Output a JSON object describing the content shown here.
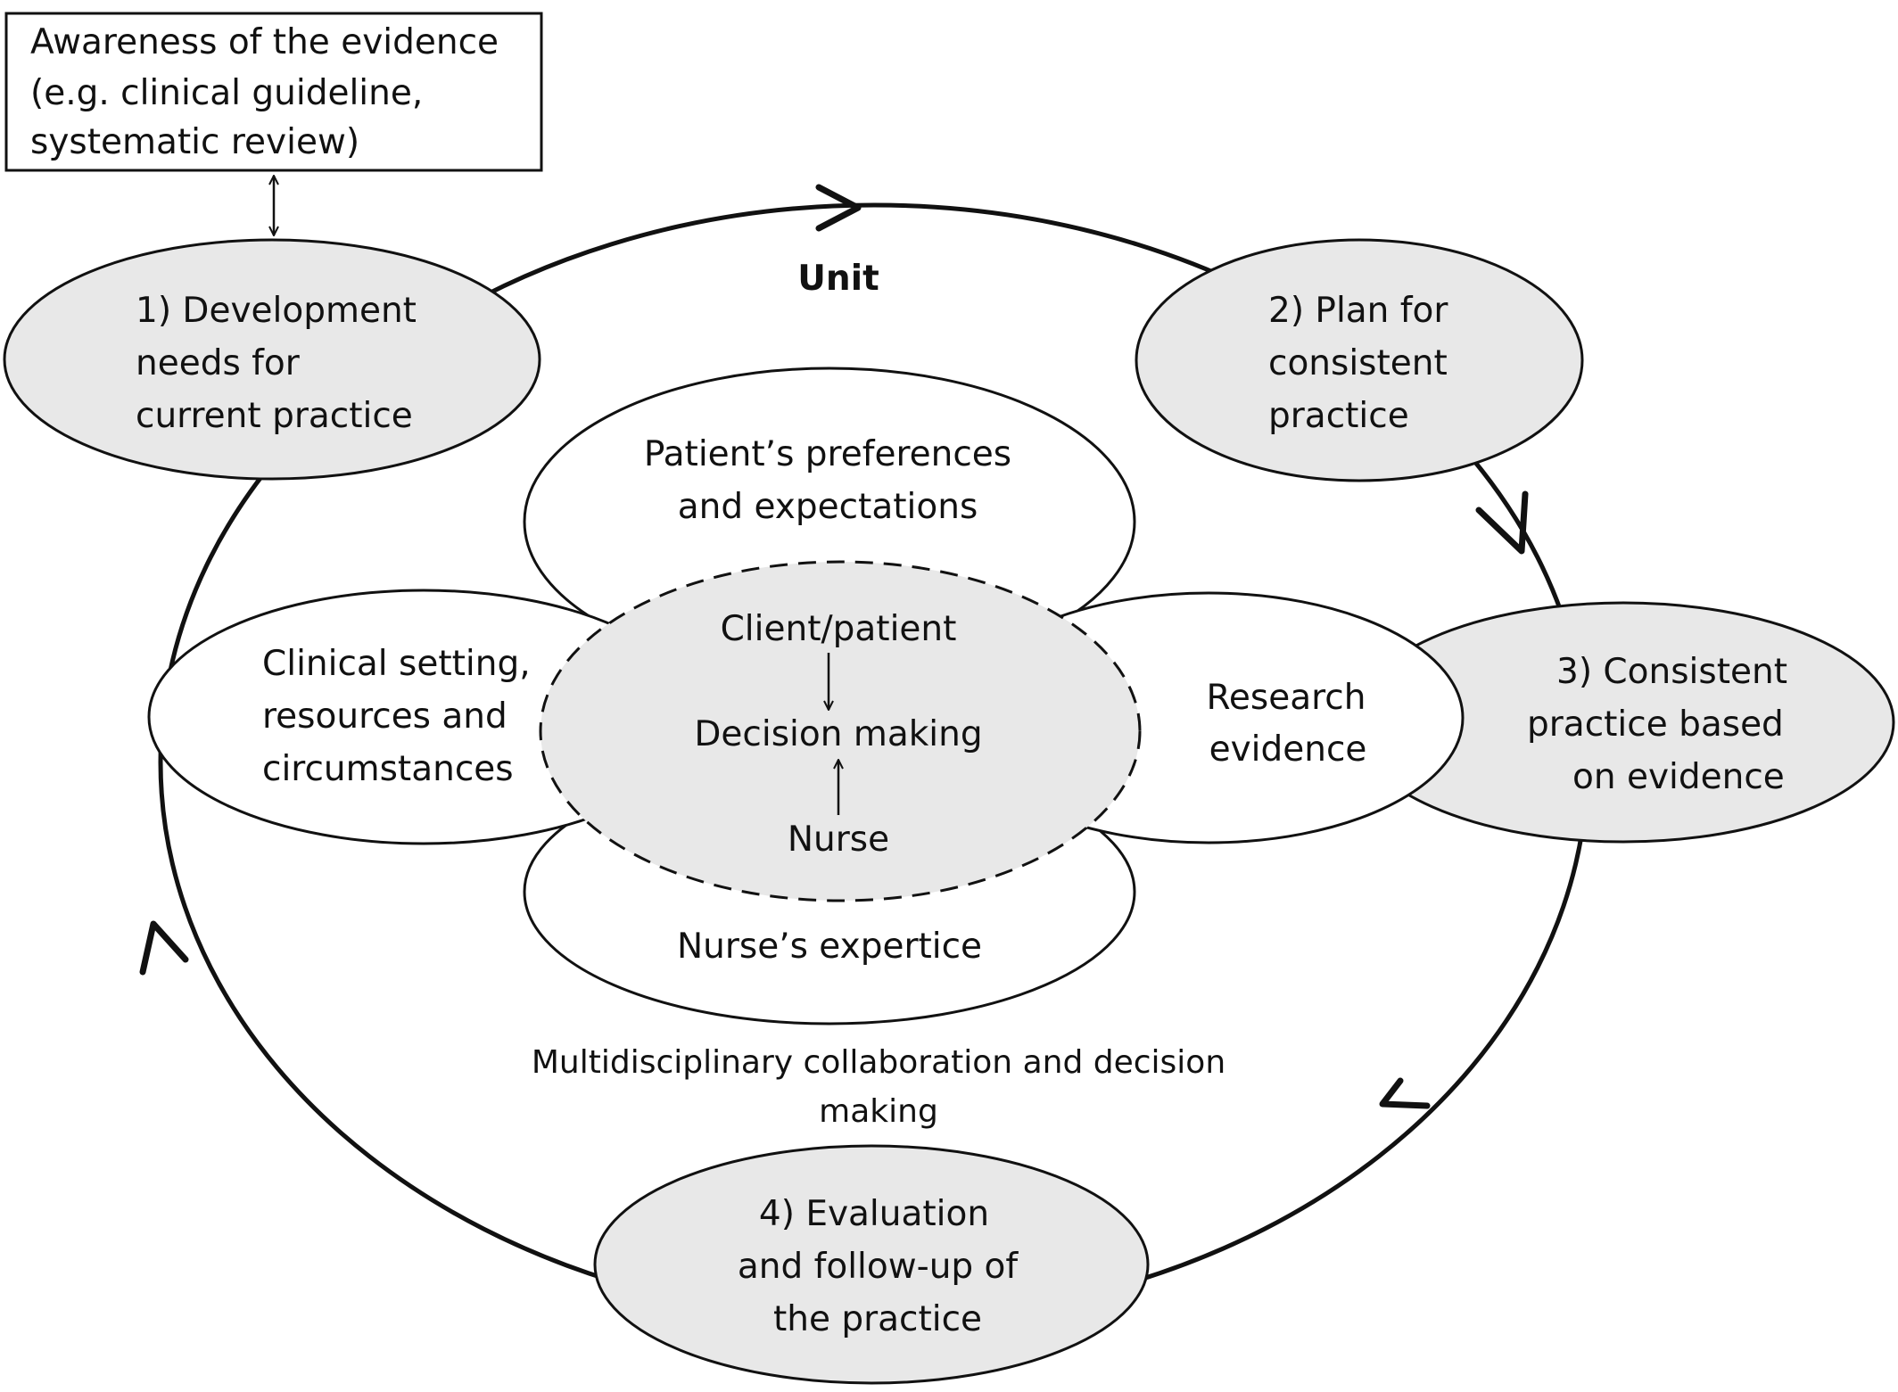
{
  "evidence_box": {
    "lines": [
      "Awareness of the evidence",
      "(e.g. clinical guideline,",
      "systematic review)"
    ]
  },
  "unit_label": "Unit",
  "steps": {
    "step1": {
      "lines": [
        "1) Development",
        "needs for",
        "current practice"
      ]
    },
    "step2": {
      "lines": [
        "2) Plan for",
        "consistent",
        "practice"
      ]
    },
    "step3": {
      "lines": [
        "3) Consistent",
        "practice based",
        "on evidence"
      ]
    },
    "step4": {
      "lines": [
        "4) Evaluation",
        "and follow-up of",
        "the practice"
      ]
    }
  },
  "factors": {
    "patient": {
      "lines": [
        "Patient’s preferences",
        "and expectations"
      ]
    },
    "clinical": {
      "lines": [
        "Clinical setting,",
        "resources and",
        "circumstances"
      ]
    },
    "research": {
      "lines": [
        "Research",
        "evidence"
      ]
    },
    "nurse_expertise": {
      "lines": [
        "Nurse’s expertice"
      ]
    }
  },
  "center": {
    "client": "Client/patient",
    "decision": "Decision making",
    "nurse": "Nurse"
  },
  "collaboration": {
    "lines": [
      "Multidisciplinary collaboration and decision",
      "making"
    ]
  },
  "colors": {
    "step_fill": "#e8e8e8",
    "factor_fill": "#ffffff",
    "stroke": "#111111"
  }
}
